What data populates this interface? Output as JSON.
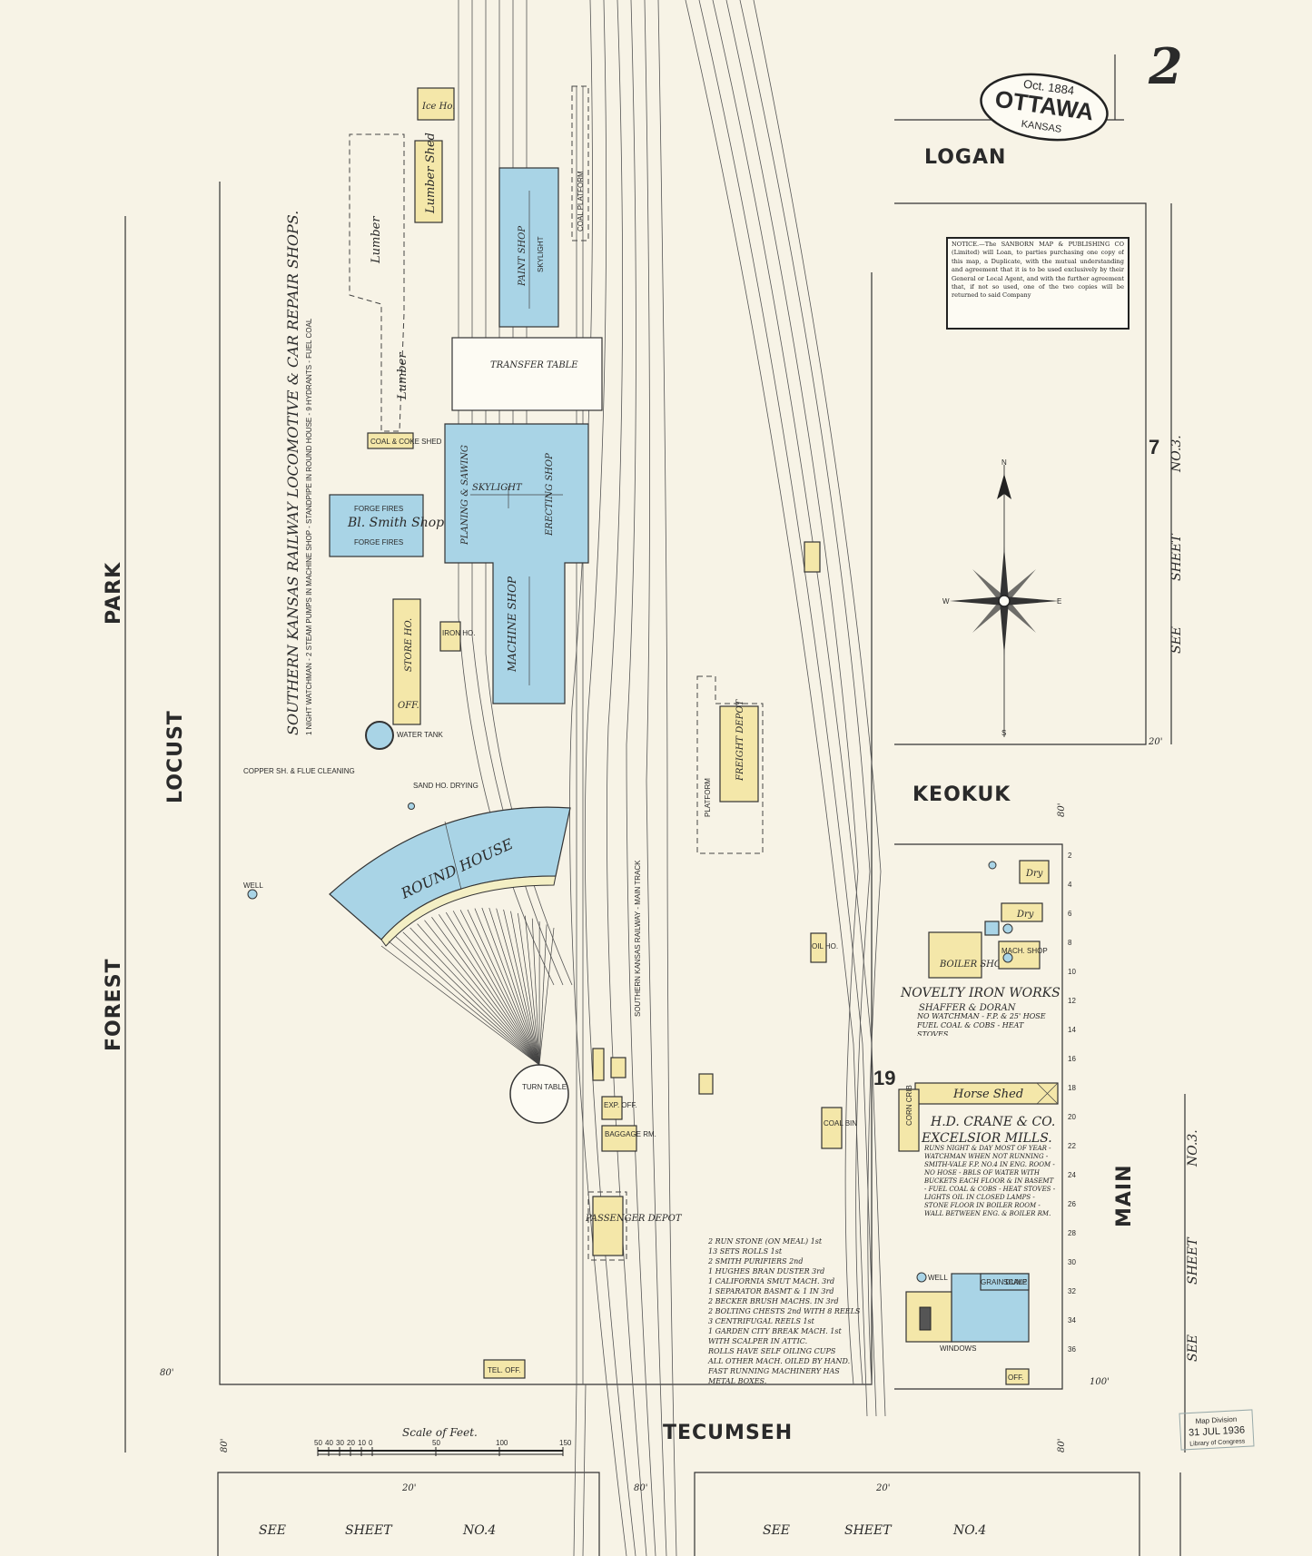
{
  "sheet_number": "2",
  "seal": {
    "date": "Oct. 1884",
    "city": "OTTAWA",
    "state": "KANSAS"
  },
  "streets": {
    "logan": "LOGAN",
    "keokuk": "KEOKUK",
    "locust": "LOCUST",
    "park": "PARK",
    "forest": "FOREST",
    "main": "MAIN",
    "tecumseh": "TECUMSEH"
  },
  "widths": {
    "w80": "80'",
    "w20": "20'",
    "w100": "100'"
  },
  "see_sheet": {
    "see": "SEE",
    "sheet": "SHEET",
    "no3": "NO.3.",
    "no4": "NO.4"
  },
  "block_numbers": {
    "seven": "7",
    "nineteen": "19"
  },
  "notice": "NOTICE.—The SANBORN MAP & PUBLISHING CO (Limited) will Loan, to parties purchasing one copy of this map, a Duplicate, with the mutual understanding and agreement that it is to be used exclusively by their General or Local Agent, and with the further agreement that, if not so used, one of the two copies will be returned to said Company",
  "railway_title": "SOUTHERN KANSAS RAILWAY LOCOMOTIVE & CAR REPAIR SHOPS.",
  "railway_notes": "1 NIGHT WATCHMAN - 2 STEAM PUMPS IN MACHINE SHOP - STANDPIPE IN ROUND HOUSE - 9 HYDRANTS - FUEL COAL",
  "buildings": {
    "ice_ho": "Ice Ho.",
    "lumber_shed": "Lumber Shed",
    "lumber1": "Lumber",
    "lumber2": "Lumber",
    "paint_shop": "PAINT SHOP",
    "skylight": "SKYLIGHT",
    "coal_platform": "COAL PLATFORM",
    "transfer_table": "TRANSFER TABLE",
    "erecting_shop": "ERECTING SHOP",
    "planing": "PLANING & SAWING",
    "machine_shop": "MACHINE SHOP",
    "bl_smith_shop": "Bl. Smith Shop",
    "forge_fires": "FORGE FIRES",
    "coal_coke": "COAL & COKE SHED",
    "store_ho": "STORE HO.",
    "off": "OFF.",
    "iron_ho": "IRON HO.",
    "water_tank": "WATER TANK",
    "copper_sh": "COPPER SH. & FLUE CLEANING",
    "sand_house": "SAND HO. DRYING",
    "round_house": "ROUND HOUSE",
    "turn_table": "TURN TABLE",
    "well": "WELL",
    "freight_depot": "FREIGHT DEPOT",
    "platform": "PLATFORM",
    "main_track": "SOUTHERN KANSAS RAILWAY - MAIN TRACK",
    "passenger_depot": "PASSENGER DEPOT",
    "exp_off": "EXP. OFF.",
    "baggage_rm": "BAGGAGE RM.",
    "tel_off": "TEL. OFF.",
    "oil_ho": "OIL HO.",
    "coal_bin": "COAL BIN",
    "boiler_shop": "BOILER SHOP",
    "dry": "Dry",
    "mach_shop": "MACH. SHOP",
    "novelty_iron_works": "NOVELTY IRON WORKS",
    "shaffer_doran": "SHAFFER & DORAN",
    "novelty_notes": "NO WATCHMAN - F.P. & 25' HOSE FUEL COAL & COBS - HEAT STOVES",
    "horse_shed": "Horse Shed",
    "corn_crib": "CORN CRIB",
    "crane_co": "H.D. CRANE & CO.",
    "excelsior_mills": "EXCELSIOR MILLS.",
    "mill_notes": "RUNS NIGHT & DAY MOST OF YEAR - WATCHMAN WHEN NOT RUNNING - SMITH-VALE F.P. NO.4 IN ENG. ROOM - NO HOSE - BBLS OF WATER WITH BUCKETS EACH FLOOR & IN BASEMT - FUEL COAL & COBS - HEAT STOVES - LIGHTS OIL IN CLOSED LAMPS - STONE FLOOR IN BOILER ROOM - WALL BETWEEN ENG. & BOILER RM. EXTENDS HALF WAY TO CEILING.",
    "grain_dump": "GRAIN DUMP",
    "scale": "SCALE",
    "windows": "WINDOWS",
    "ent_off": "OFF."
  },
  "mill_machinery": [
    "2 RUN STONE (ON MEAL) 1st",
    "13 SETS ROLLS 1st",
    "2 SMITH PURIFIERS 2nd",
    "1 HUGHES BRAN DUSTER 3rd",
    "1 CALIFORNIA SMUT MACH. 3rd",
    "1 SEPARATOR BASMT & 1 IN 3rd",
    "2 BECKER BRUSH MACHS. IN 3rd",
    "2 BOLTING CHESTS 2nd WITH 8 REELS",
    "3 CENTRIFUGAL REELS 1st",
    "1 GARDEN CITY BREAK MACH. 1st",
    "WITH SCALPER IN ATTIC.",
    "ROLLS HAVE SELF OILING CUPS",
    "ALL OTHER MACH. OILED BY HAND.",
    "FAST RUNNING MACHINERY HAS",
    "METAL BOXES."
  ],
  "scale": {
    "label": "Scale of Feet.",
    "ticks": [
      "50",
      "40",
      "30",
      "20",
      "10",
      "0",
      "50",
      "100",
      "150"
    ]
  },
  "stamp": [
    "Map Division",
    "31 JUL 1936",
    "Library of Congress"
  ],
  "colors": {
    "brick": "#f4e7a9",
    "stone_iron": "#a9d4e6",
    "frame": "#f4e7a9",
    "paper": "#f7f3e6"
  }
}
